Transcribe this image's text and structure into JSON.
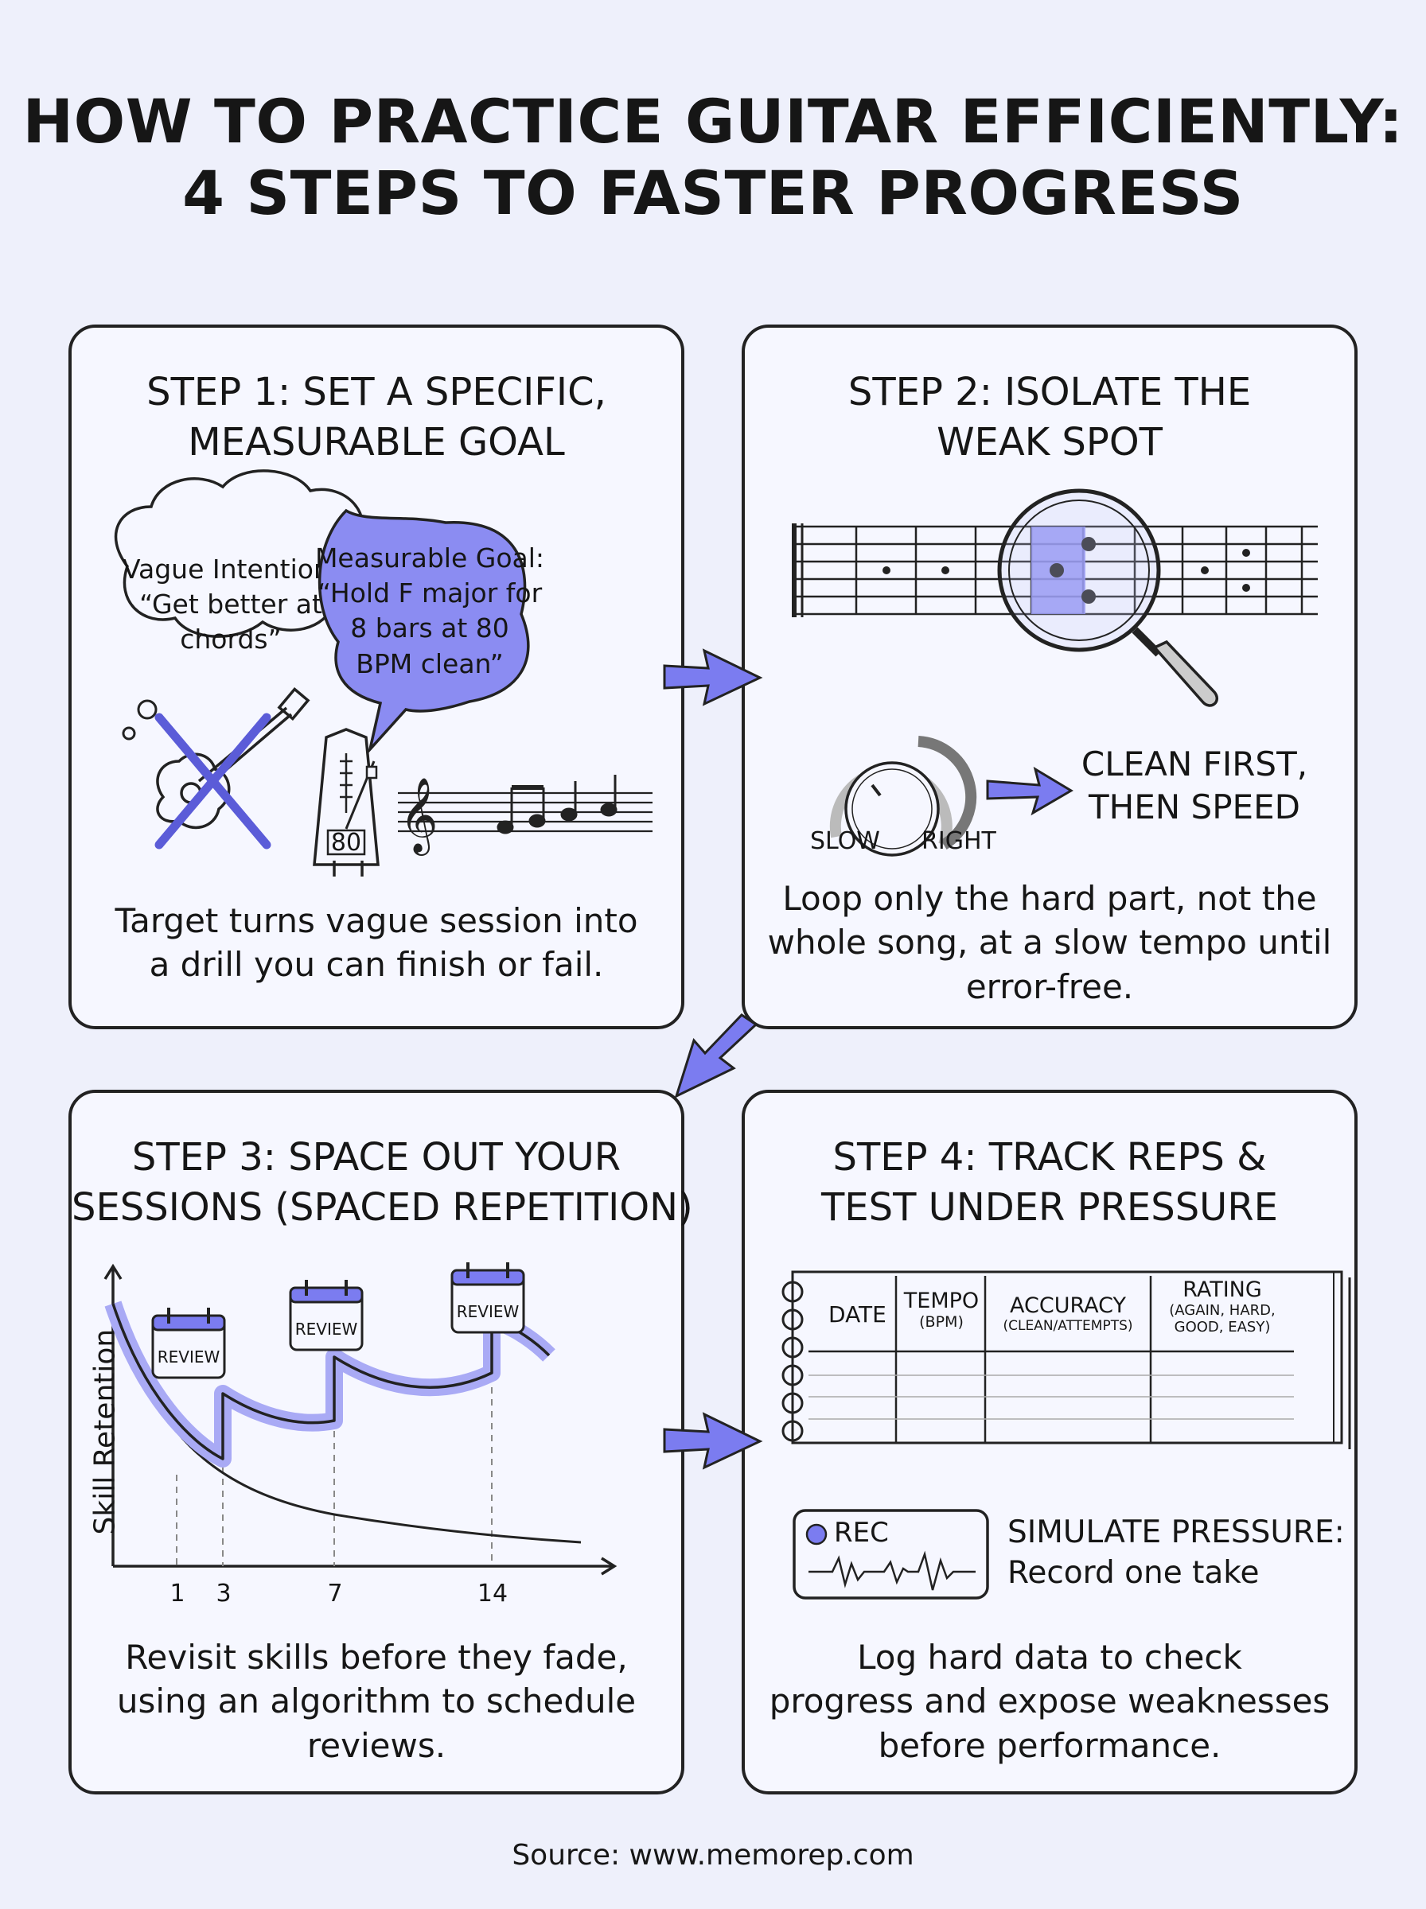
{
  "title": {
    "line1": "HOW TO PRACTICE GUITAR EFFICIENTLY:",
    "line2": "4 STEPS TO FASTER PROGRESS"
  },
  "step1": {
    "title_line1": "STEP 1: SET A SPECIFIC,",
    "title_line2": "MEASURABLE GOAL",
    "vague": {
      "line1": "Vague Intention:",
      "line2": "“Get better at",
      "line3": "chords”"
    },
    "goal": {
      "line1": "Measurable Goal:",
      "line2": "“Hold F major for",
      "line3": "8 bars at 80",
      "line4": "BPM clean”"
    },
    "metronome_value": "80",
    "caption_line1": "Target turns vague session into",
    "caption_line2": "a drill you can finish or fail."
  },
  "step2": {
    "title_line1": "STEP 2: ISOLATE THE",
    "title_line2": "WEAK SPOT",
    "knob_slow": "SLOW",
    "knob_right": "RIGHT",
    "clean_line1": "CLEAN FIRST,",
    "clean_line2": "THEN SPEED",
    "caption_line1": "Loop only the hard part, not the",
    "caption_line2": "whole song, at a slow tempo until",
    "caption_line3": "error-free."
  },
  "step3": {
    "title_line1": "STEP 3: SPACE OUT YOUR",
    "title_line2": "SESSIONS (SPACED REPETITION)",
    "ylabel": "Skill Retention",
    "review_label": "REVIEW",
    "days": [
      "1",
      "3",
      "7",
      "14"
    ],
    "caption_line1": "Revisit skills before they fade,",
    "caption_line2": "using an algorithm to schedule",
    "caption_line3": "reviews."
  },
  "step4": {
    "title_line1": "STEP 4: TRACK REPS &",
    "title_line2": "TEST UNDER PRESSURE",
    "table": {
      "col_date": "DATE",
      "col_tempo": "TEMPO",
      "col_tempo_sub": "(BPM)",
      "col_accuracy": "ACCURACY",
      "col_accuracy_sub": "(CLEAN/ATTEMPTS)",
      "col_rating": "RATING",
      "col_rating_sub1": "(AGAIN, HARD,",
      "col_rating_sub2": "GOOD, EASY)"
    },
    "rec_label": "REC",
    "pressure_line1": "SIMULATE PRESSURE:",
    "pressure_line2": "Record one take",
    "caption_line1": "Log hard data to check",
    "caption_line2": "progress and expose weaknesses",
    "caption_line3": "before performance."
  },
  "source": "Source: www.memorep.com",
  "colors": {
    "accent": "#7b7cf0",
    "accent_light": "#a9aaf5",
    "ink": "#161616",
    "panel": "#f6f7ff",
    "background": "#eef0fb"
  }
}
